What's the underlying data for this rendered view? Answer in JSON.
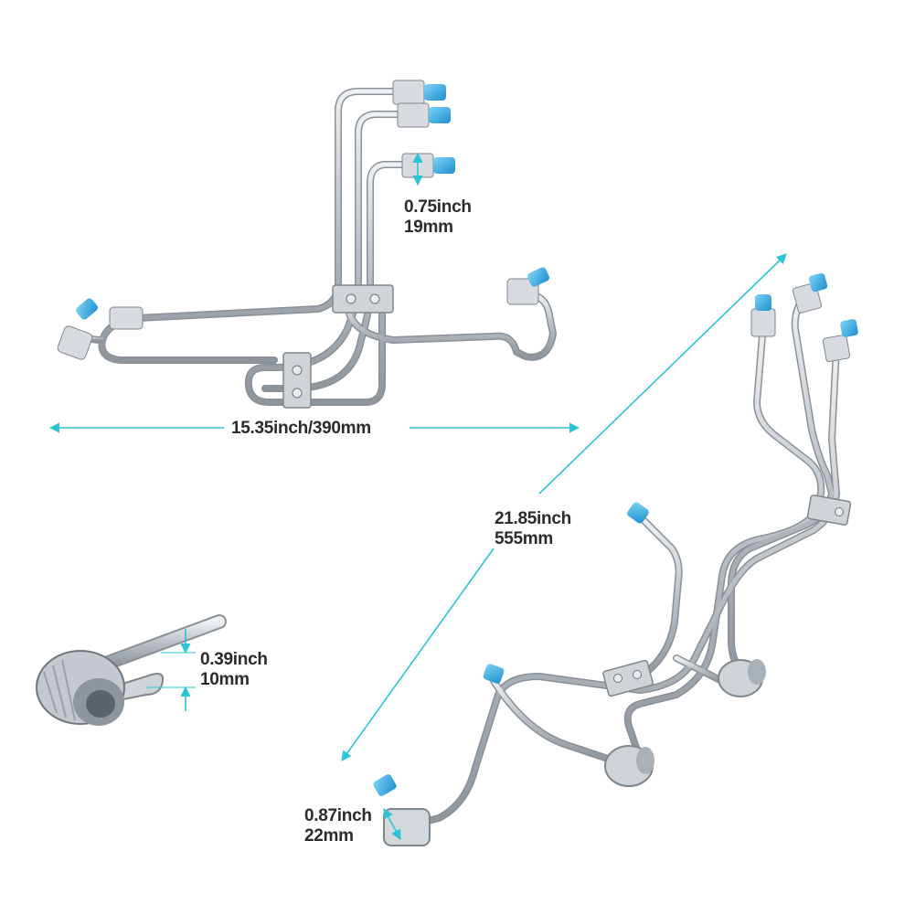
{
  "image": {
    "background": "#ffffff",
    "accent_color": "#2ec4d6",
    "cap_color": "#2aa7e0",
    "metal_color": "#c9ced3"
  },
  "measurements": {
    "top_fitting": {
      "inch": "0.75inch",
      "mm": "19mm"
    },
    "width": {
      "text": "15.35inch/390mm"
    },
    "diagonal": {
      "inch": "21.85inch",
      "mm": "555mm"
    },
    "tube_diameter": {
      "inch": "0.39inch",
      "mm": "10mm"
    },
    "bottom_fitting": {
      "inch": "0.87inch",
      "mm": "22mm"
    }
  }
}
